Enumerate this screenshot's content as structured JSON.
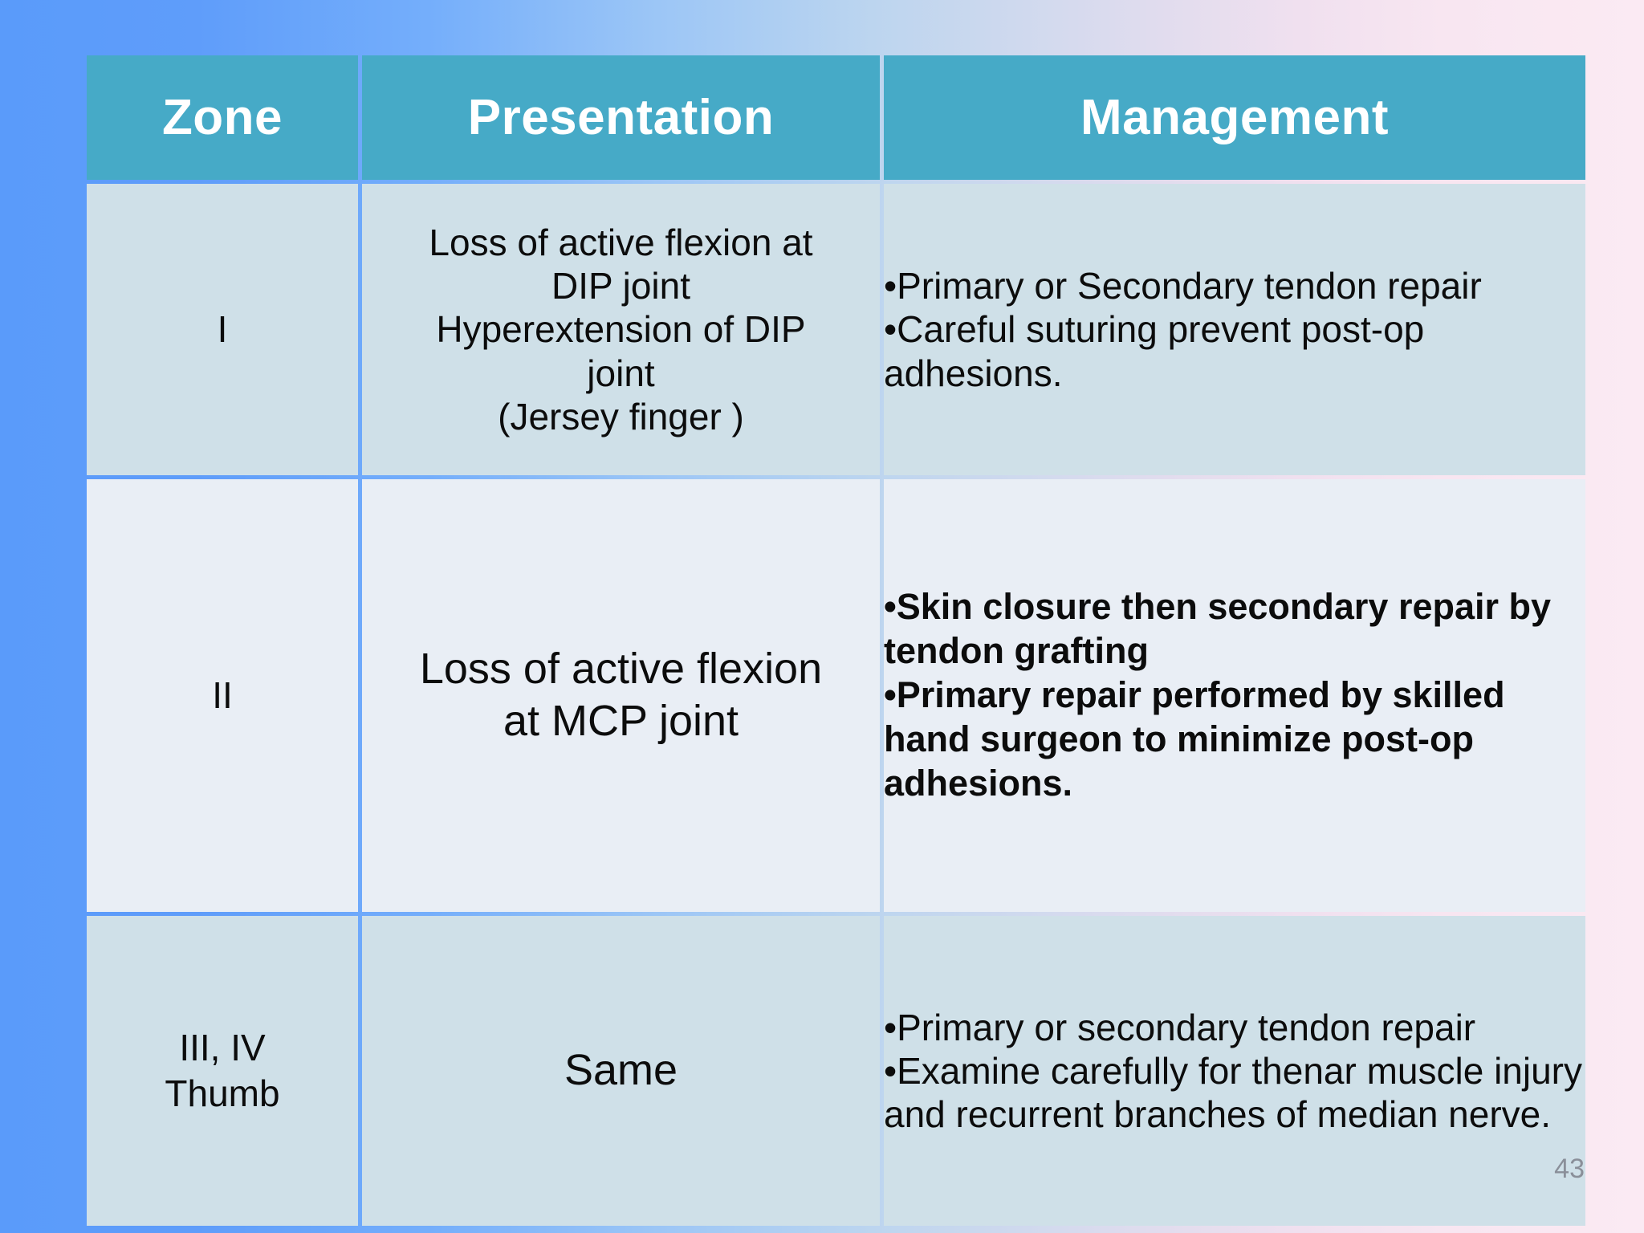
{
  "slide": {
    "page_number": "43",
    "background": {
      "gradient_from": "#5a9bfa",
      "gradient_to": "#fbeaf3"
    }
  },
  "table": {
    "header_bg": "#46aac7",
    "header_text_color": "#ffffff",
    "row_shade_bg": "#cfe0e8",
    "row_light_bg": "#e9eef5",
    "columns": [
      {
        "key": "zone",
        "label": "Zone"
      },
      {
        "key": "presentation",
        "label": "Presentation"
      },
      {
        "key": "management",
        "label": "Management"
      }
    ],
    "rows": [
      {
        "zone": "I",
        "presentation_lines": [
          "Loss of active flexion at",
          "DIP joint",
          "Hyperextension of DIP",
          "joint",
          "(Jersey finger )"
        ],
        "management_lines": [
          "•Primary or Secondary tendon repair",
          "•Careful suturing prevent post-op adhesions."
        ],
        "management_bold": false,
        "shade": "shade"
      },
      {
        "zone": "II",
        "presentation_lines": [
          "Loss of active flexion",
          "at MCP joint"
        ],
        "management_lines": [
          "•Skin closure then secondary repair by tendon grafting",
          "•Primary repair performed by skilled hand surgeon to minimize post-op adhesions."
        ],
        "management_bold": true,
        "shade": "light"
      },
      {
        "zone": "III, IV\nThumb",
        "zone_lines": [
          "III, IV",
          "Thumb"
        ],
        "presentation_lines": [
          "Same"
        ],
        "management_lines": [
          "•Primary or secondary tendon repair",
          "•Examine carefully for thenar muscle injury and recurrent branches of median nerve."
        ],
        "management_bold": false,
        "shade": "shade"
      }
    ]
  }
}
